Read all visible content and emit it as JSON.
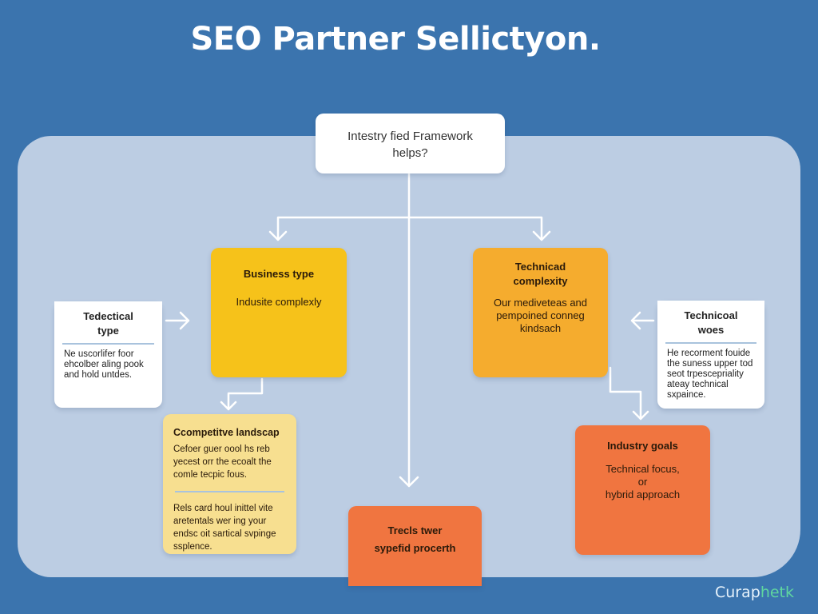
{
  "title": "SEO Partner Sellictyon.",
  "root": {
    "line1": "Intestry fied Framework",
    "line2": "helps?"
  },
  "business": {
    "title": "Business type",
    "desc": "Indusite complexly"
  },
  "technical": {
    "title1": "Technicad",
    "title2": "complexity",
    "desc1": "Our mediveteas and",
    "desc2": "pempoined conneg",
    "desc3": "kindsach"
  },
  "left_card": {
    "title1": "Tedectical",
    "title2": "type",
    "desc": "Ne uscorlifer foor ehcolber aling pook and hold untdes."
  },
  "right_card": {
    "title1": "Technicoal",
    "title2": "woes",
    "desc": "He recorment fouide the suness upper tod seot trpescepriality ateay technical sxpaince."
  },
  "competitive": {
    "title": "Ccompetitve landscap",
    "desc1": "Cefoer guer oool hs reb yecest orr the ecoalt the comle tecpic fous.",
    "desc2": "Rels card houl inittel vite aretentals wer ing your endsc oit sartical svpinge ssplence."
  },
  "bottom": {
    "line1": "Trecls twer",
    "line2": "sypefid procerth"
  },
  "goals": {
    "title": "Industry goals",
    "line1": "Technical focus,",
    "line2": "or",
    "line3": "hybrid approach"
  },
  "logo": {
    "part1": "Curap",
    "part2": "hetk"
  },
  "colors": {
    "background": "#3b74ae",
    "panel": "#bccde3",
    "yellow": "#f6c21a",
    "amber": "#f5ac2e",
    "light_yellow": "#f7df90",
    "orange": "#f07540"
  }
}
